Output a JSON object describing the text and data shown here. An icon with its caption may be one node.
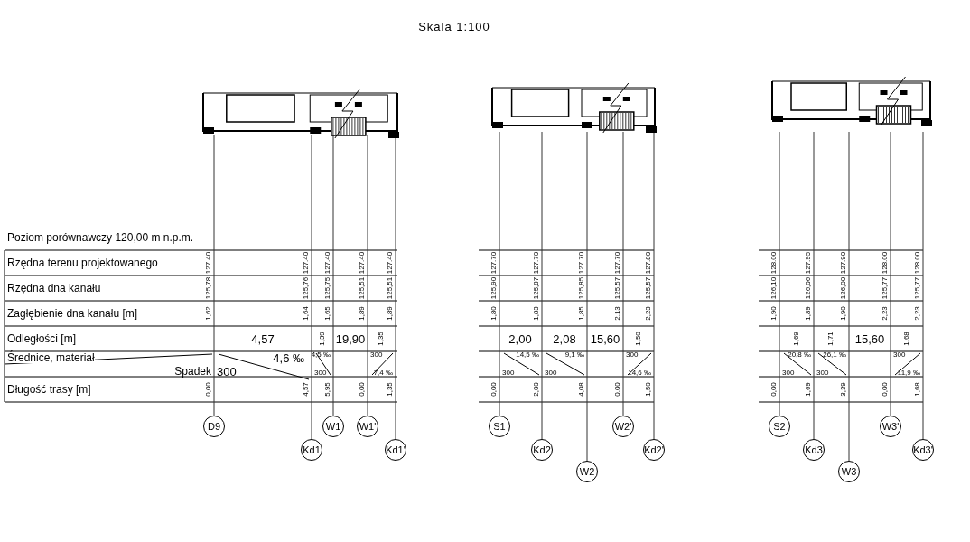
{
  "diagram": {
    "title": "Skala 1:100",
    "nodes": [
      {
        "text": [
          "D9"
        ]
      },
      {
        "text": [
          "Kd1"
        ]
      },
      {
        "text": [
          "W1"
        ]
      },
      {
        "text": [
          "W1'"
        ]
      },
      {
        "text": [
          "Kd1'"
        ]
      },
      {
        "text": [
          "S1"
        ]
      },
      {
        "text": [
          "Kd2"
        ]
      },
      {
        "text": [
          "W2"
        ]
      },
      {
        "text": [
          "W2'"
        ]
      },
      {
        "text": [
          "Kd2'"
        ]
      },
      {
        "text": [
          "S2"
        ]
      },
      {
        "text": [
          "Kd3"
        ]
      },
      {
        "text": [
          "W3"
        ]
      },
      {
        "text": [
          "W3'"
        ]
      },
      {
        "text": [
          "Kd3'"
        ]
      }
    ],
    "labels": [
      "Poziom porównawczy 120,00 m n.p.m.",
      "Rzędna terenu projektowanego",
      "127.40",
      "127.40",
      "127.40",
      "127.40",
      "127.40",
      "127.70",
      "127.70",
      "127.70",
      "127.70",
      "127.80",
      "128.00",
      "127.95",
      "127.90",
      "128.00",
      "128.00",
      "Rzędna dna kanału",
      "125,78",
      "125,76",
      "125,75",
      "125,51",
      "125,51",
      "125,90",
      "125,87",
      "125,85",
      "125,57",
      "125,57",
      "126,10",
      "126,06",
      "126,00",
      "125,77",
      "125,77",
      "Zagłębienie dna kanału [m]",
      "1,62",
      "1,64",
      "1,65",
      "1,89",
      "1,89",
      "1,80",
      "1,83",
      "1,85",
      "2,13",
      "2,23",
      "1,90",
      "1,89",
      "1,90",
      "2,23",
      "2,23",
      "Odległości [m]",
      "4,57",
      "1,39",
      "19,90",
      "1,35",
      "2,00",
      "2,08",
      "15,60",
      "1,50",
      "1,69",
      "1,71",
      "15,60",
      "1,68",
      "Średnice, materiał",
      "Spadek",
      "4,6 ‰",
      "300",
      "4,5 ‰",
      "300",
      "300",
      "7,4 ‰",
      "14,5 ‰",
      "300",
      "9,1 ‰",
      "300",
      "300",
      "14,6 ‰",
      "20,8 ‰",
      "300",
      "26,1 ‰",
      "300",
      "300",
      "11,9 ‰",
      "Długość trasy [m]",
      "0,00",
      "4,57",
      "5,95",
      "0,00",
      "1,35",
      "0,00",
      "2,00",
      "4,08",
      "0,00",
      "1,50",
      "0,00",
      "1,69",
      "3,39",
      "0,00",
      "1,68"
    ]
  }
}
